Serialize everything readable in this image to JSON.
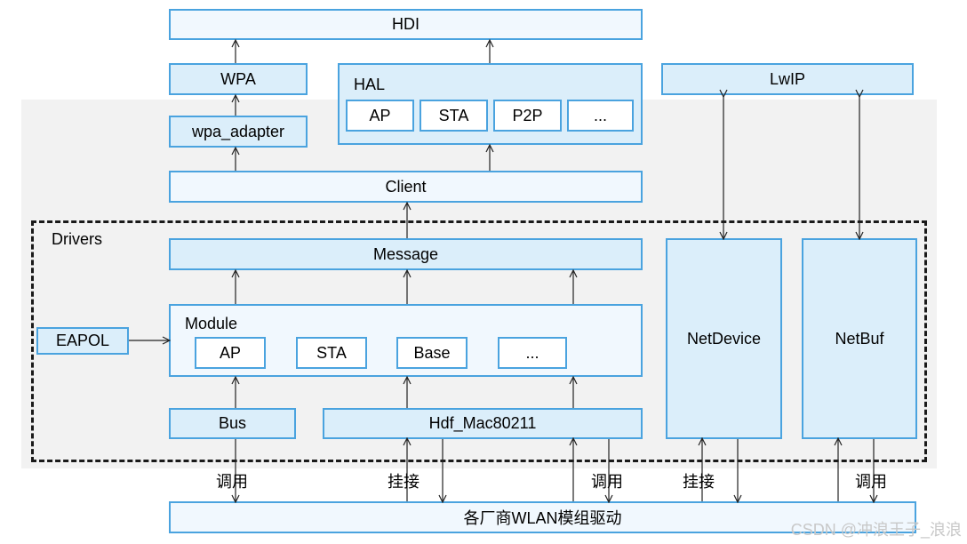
{
  "nodes": {
    "hdi": "HDI",
    "wpa": "WPA",
    "wpa_adapter": "wpa_adapter",
    "hal": "HAL",
    "hal_ap": "AP",
    "hal_sta": "STA",
    "hal_p2p": "P2P",
    "hal_more": "...",
    "lwip": "LwIP",
    "client": "Client",
    "drivers": "Drivers",
    "message": "Message",
    "module": "Module",
    "mod_ap": "AP",
    "mod_sta": "STA",
    "mod_base": "Base",
    "mod_more": "...",
    "eapol": "EAPOL",
    "bus": "Bus",
    "hdf_mac": "Hdf_Mac80211",
    "netdevice": "NetDevice",
    "netbuf": "NetBuf",
    "vendor_driver": "各厂商WLAN模组驱动"
  },
  "edge_labels": {
    "call1": "调用",
    "attach1": "挂接",
    "call2": "调用",
    "attach2": "挂接",
    "call3": "调用"
  },
  "watermark": "CSDN @冲浪王子_浪浪",
  "colors": {
    "box_fill": "#dbeefa",
    "box_fill_light": "#f1f8fe",
    "box_border": "#4aa3df",
    "background_panel": "#f2f2f2",
    "dashed_border": "#1a1a1a"
  }
}
